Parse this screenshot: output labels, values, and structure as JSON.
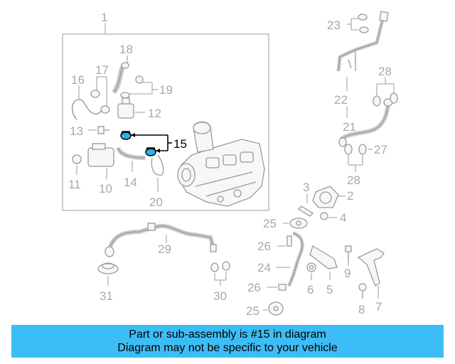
{
  "diagram": {
    "labels": {
      "l1": "1",
      "l2": "2",
      "l3": "3",
      "l4": "4",
      "l5": "5",
      "l6": "6",
      "l7": "7",
      "l8": "8",
      "l9": "9",
      "l10": "10",
      "l11": "11",
      "l12": "12",
      "l13": "13",
      "l14": "14",
      "l15": "15",
      "l16": "16",
      "l17": "17",
      "l18": "18",
      "l19": "19",
      "l20": "20",
      "l21": "21",
      "l22": "22",
      "l23": "23",
      "l24": "24",
      "l25a": "25",
      "l25b": "25",
      "l26a": "26",
      "l26b": "26",
      "l27": "27",
      "l28a": "28",
      "l28b": "28",
      "l29": "29",
      "l30": "30",
      "l31": "31"
    },
    "highlight_color": "#000000",
    "part_color": "#a8a8a8"
  },
  "footer": {
    "line1": "Part or sub-assembly is #15 in diagram",
    "line2": "Diagram may not be specific to your vehicle",
    "background": "#3dbdf5"
  }
}
